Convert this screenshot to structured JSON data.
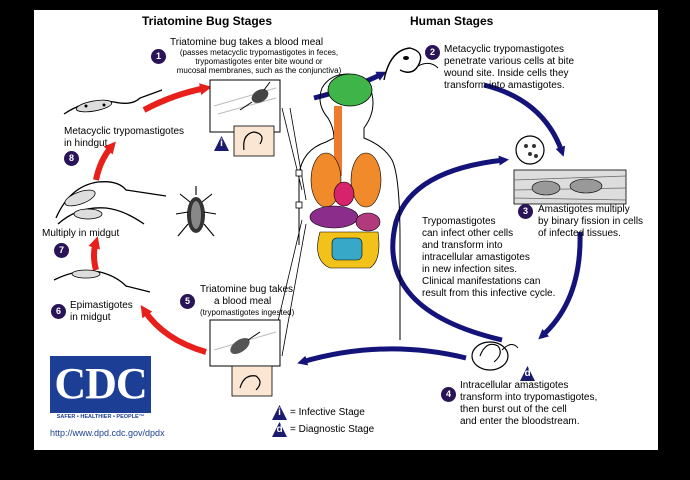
{
  "headers": {
    "bug_stages": "Triatomine Bug Stages",
    "human_stages": "Human Stages"
  },
  "steps": {
    "s1": {
      "num": "1",
      "title_l1": "Triatomine bug takes a blood meal",
      "sub_l1": "(passes metacyclic trypomastigotes in feces,",
      "sub_l2": "trypomastigotes enter bite wound or",
      "sub_l3": "mucosal membranes, such as the conjunctiva)"
    },
    "s2": {
      "num": "2",
      "l1": "Metacyclic trypomastigotes",
      "l2": "penetrate various cells at bite",
      "l3": "wound site.  Inside cells they",
      "l4": "transform into amastigotes."
    },
    "s3": {
      "num": "3",
      "l1": "Amastigotes multiply",
      "l2": "by binary fission in cells",
      "l3": "of infected tissues."
    },
    "s4": {
      "num": "4",
      "l1": "Intracellular amastigotes",
      "l2": "transform into trypomastigotes,",
      "l3": "then burst out of the cell",
      "l4": "and enter the bloodstream."
    },
    "s5": {
      "num": "5",
      "l1": "Triatomine bug takes",
      "l2": "a blood meal",
      "sub": "(trypomastigotes ingested)"
    },
    "s6": {
      "num": "6",
      "l1": "Epimastigotes",
      "l2": "in midgut"
    },
    "s7": {
      "num": "7",
      "l1": "Multiply in midgut"
    },
    "s8": {
      "num": "8",
      "l1": "Metacyclic trypomastigotes",
      "l2": "in hindgut"
    }
  },
  "center_text": {
    "l1": "Trypomastigotes",
    "l2": "can infect other cells",
    "l3": "and transform into",
    "l4": "intracellular amastigotes",
    "l5": "in new infection sites.",
    "l6": "Clinical manifestations can",
    "l7": "result from this infective cycle."
  },
  "legend": {
    "infective_symbol": "i",
    "infective_label": "= Infective Stage",
    "diagnostic_symbol": "d",
    "diagnostic_label": "= Diagnostic Stage"
  },
  "logo": {
    "wordmark": "CDC",
    "tagline": "SAFER • HEALTHIER • PEOPLE™"
  },
  "url": "http://www.dpd.cdc.gov/dpdx",
  "colors": {
    "human_arrow": "#14137a",
    "bug_arrow": "#e8201c",
    "badge": "#2a1458",
    "cdc_blue": "#1c3f95"
  }
}
